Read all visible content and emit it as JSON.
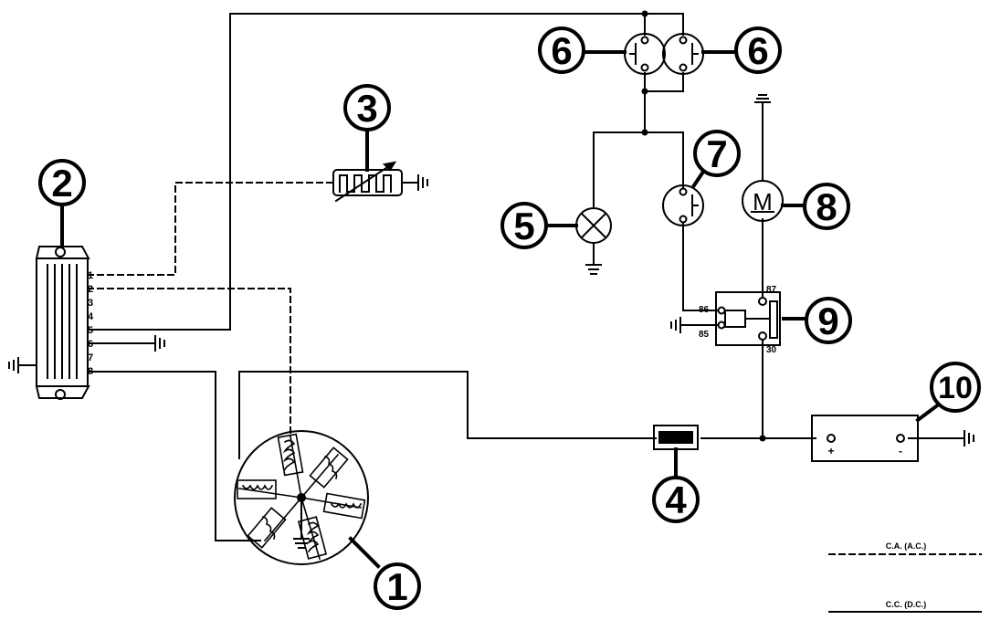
{
  "callouts": [
    "1",
    "2",
    "3",
    "4",
    "5",
    "6",
    "6",
    "7",
    "8",
    "9",
    "10"
  ],
  "regulator_pins": [
    "1",
    "2",
    "3",
    "4",
    "5",
    "6",
    "7",
    "8"
  ],
  "relay_pins": [
    "87",
    "86",
    "85",
    "30"
  ],
  "motor_symbol": "M",
  "battery_terminals": [
    "+",
    "-"
  ],
  "legend": {
    "ac_label": "C.A. (A.C.)",
    "dc_label": "C.C. (D.C.)"
  }
}
